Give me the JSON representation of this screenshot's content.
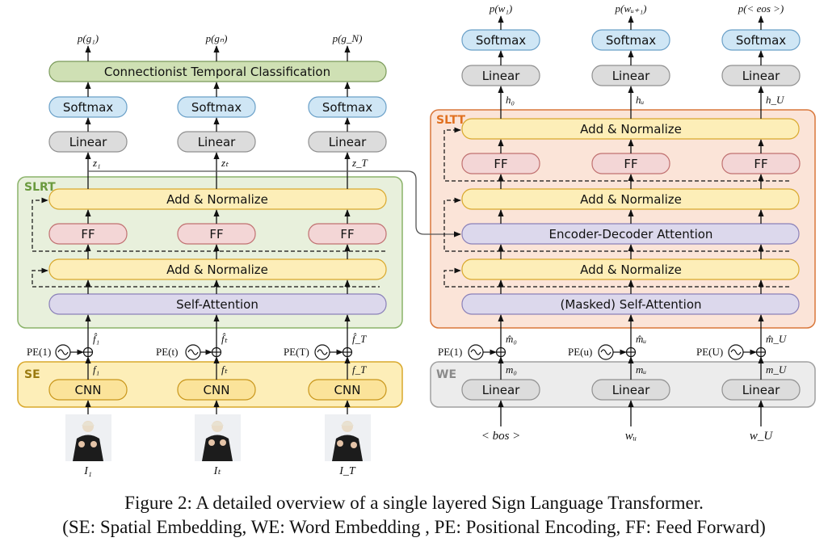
{
  "groups": {
    "slrt": "SLRT",
    "sltt": "SLTT",
    "se": "SE",
    "we": "WE"
  },
  "labels": {
    "ctc": "Connectionist Temporal Classification",
    "softmax": "Softmax",
    "linear": "Linear",
    "addnorm": "Add & Normalize",
    "ff": "FF",
    "self_attention": "Self-Attention",
    "masked_self_attention": "(Masked) Self-Attention",
    "encdec_attention": "Encoder-Decoder Attention",
    "cnn": "CNN"
  },
  "encoder": {
    "outputs": [
      "p(g₁)",
      "p(gₙ)",
      "p(g_N)"
    ],
    "z": [
      "z₁",
      "zₜ",
      "z_T"
    ],
    "f_hat": [
      "f̂₁",
      "f̂ₜ",
      "f̂_T"
    ],
    "f": [
      "f₁",
      "fₜ",
      "f_T"
    ],
    "pe": [
      "PE(1)",
      "PE(t)",
      "PE(T)"
    ],
    "images": [
      "I₁",
      "Iₜ",
      "I_T"
    ]
  },
  "decoder": {
    "outputs": [
      "p(w₁)",
      "p(wᵤ₊₁)",
      "p(< eos >)"
    ],
    "h": [
      "h₀",
      "hᵤ",
      "h_U"
    ],
    "m_hat": [
      "m̂₀",
      "m̂ᵤ",
      "m̂_U"
    ],
    "m": [
      "m₀",
      "mᵤ",
      "m_U"
    ],
    "pe": [
      "PE(1)",
      "PE(u)",
      "PE(U)"
    ],
    "inputs": [
      "< bos >",
      "wᵤ",
      "w_U"
    ]
  },
  "colors": {
    "slrt_fill": "#e8f0dc",
    "slrt_stroke": "#8bb36a",
    "slrt_label": "#6a9a3e",
    "sltt_fill": "#fbe4d8",
    "sltt_stroke": "#d9773a",
    "sltt_label": "#e07020",
    "se_fill": "#fdeeb8",
    "se_stroke": "#d9a82c",
    "se_label": "#9a7a10",
    "we_fill": "#ececec",
    "we_stroke": "#a0a0a0",
    "we_label": "#8a8a8a",
    "ctc": "#cfe0b4",
    "softmax": "#cfe6f5",
    "linear": "#dcdcdc",
    "addnorm": "#fdeeb8",
    "ff": "#f3d6d6",
    "attn": "#dcd8ec",
    "cnn": "#fbe39a"
  },
  "caption": {
    "line1": "Figure 2: A detailed overview of a single layered Sign Language Transformer.",
    "line2": "(SE: Spatial Embedding, WE: Word Embedding , PE: Positional Encoding, FF: Feed Forward)"
  }
}
